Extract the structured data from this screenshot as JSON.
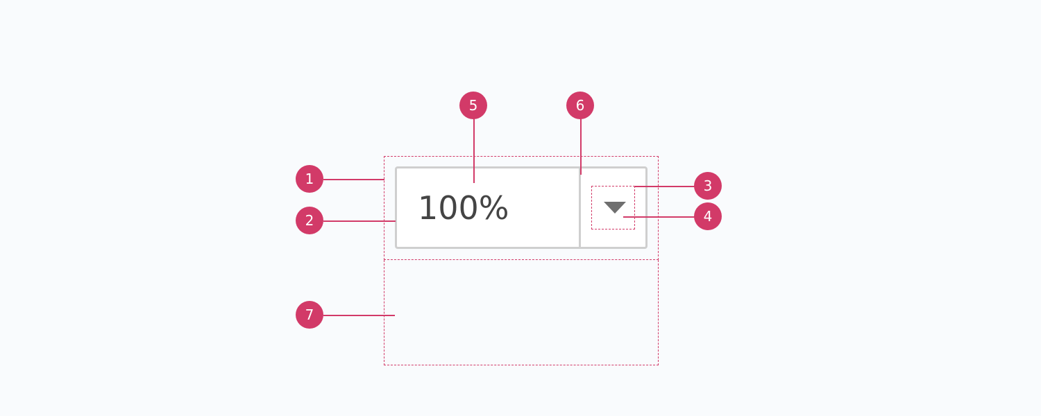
{
  "component": {
    "value": "100%"
  },
  "markers": {
    "container": "1",
    "field": "2",
    "icon_area": "3",
    "dropdown_icon": "4",
    "input_text": "5",
    "divider": "6",
    "menu": "7"
  },
  "colors": {
    "annotation": "#d23a68",
    "field_border": "#cfcfcf",
    "field_background": "#ffffff",
    "text": "#444444",
    "icon": "#6f6f6f",
    "page_background": "#f9fbfd"
  },
  "icons": {
    "dropdown": "triangle-down-icon"
  }
}
